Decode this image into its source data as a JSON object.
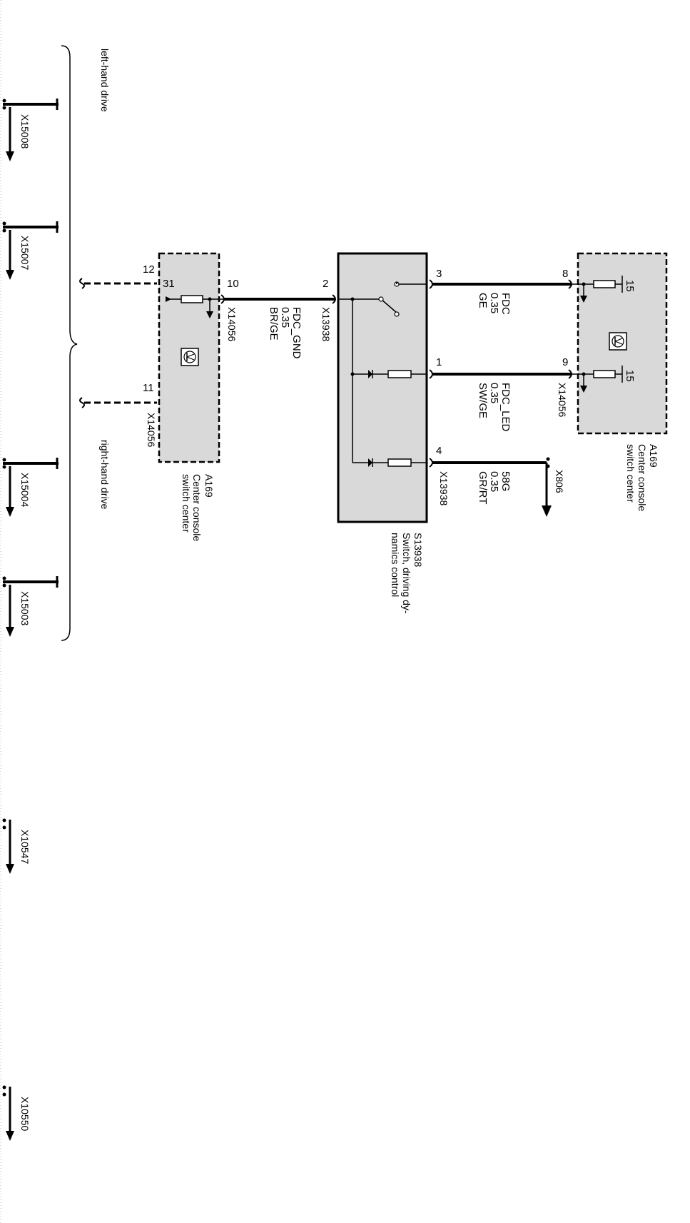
{
  "drive_labels": {
    "left_hand_drive": "left-hand drive",
    "right_hand_drive": "right-hand drive"
  },
  "ground_connectors": {
    "x15008": "X15008",
    "x15007": "X15007",
    "x15004": "X15004",
    "x15003": "X15003",
    "x10547": "X10547",
    "x10550": "X10550"
  },
  "module_rhd": {
    "id": "A169",
    "name_line1": "Center console",
    "name_line2": "switch center",
    "connector": "X14056",
    "connector_bottom": "X14056",
    "pin_12": "12",
    "pin_31": "31",
    "pin_11": "11",
    "pin_10": "10"
  },
  "switch": {
    "id": "S13938",
    "name_line1": "Switch, driving dy-",
    "name_line2": "namics control",
    "connector_top": "X13938",
    "connector_bottom": "X13938",
    "pin_2": "2",
    "pin_3": "3",
    "pin_1": "1",
    "pin_4": "4"
  },
  "module_lhd": {
    "id": "A169",
    "name_line1": "Center console",
    "name_line2": "switch center",
    "connector": "X14056",
    "pin_8": "8",
    "pin_9": "9",
    "pin_15a": "15",
    "pin_15b": "15"
  },
  "wires": {
    "fdc_gnd": {
      "name": "FDC_GND",
      "size": "0.35",
      "color": "BR/GE"
    },
    "fdc": {
      "name": "FDC",
      "size": "0.35",
      "color": "GE"
    },
    "fdc_led": {
      "name": "FDC_LED",
      "size": "0.35",
      "color": "SW/GE"
    },
    "w58g": {
      "name": "58G",
      "size": "0.35",
      "color": "GR/RT"
    }
  },
  "x806": "X806",
  "colors": {
    "module_fill": "#d9d9d9",
    "line": "#000000"
  }
}
